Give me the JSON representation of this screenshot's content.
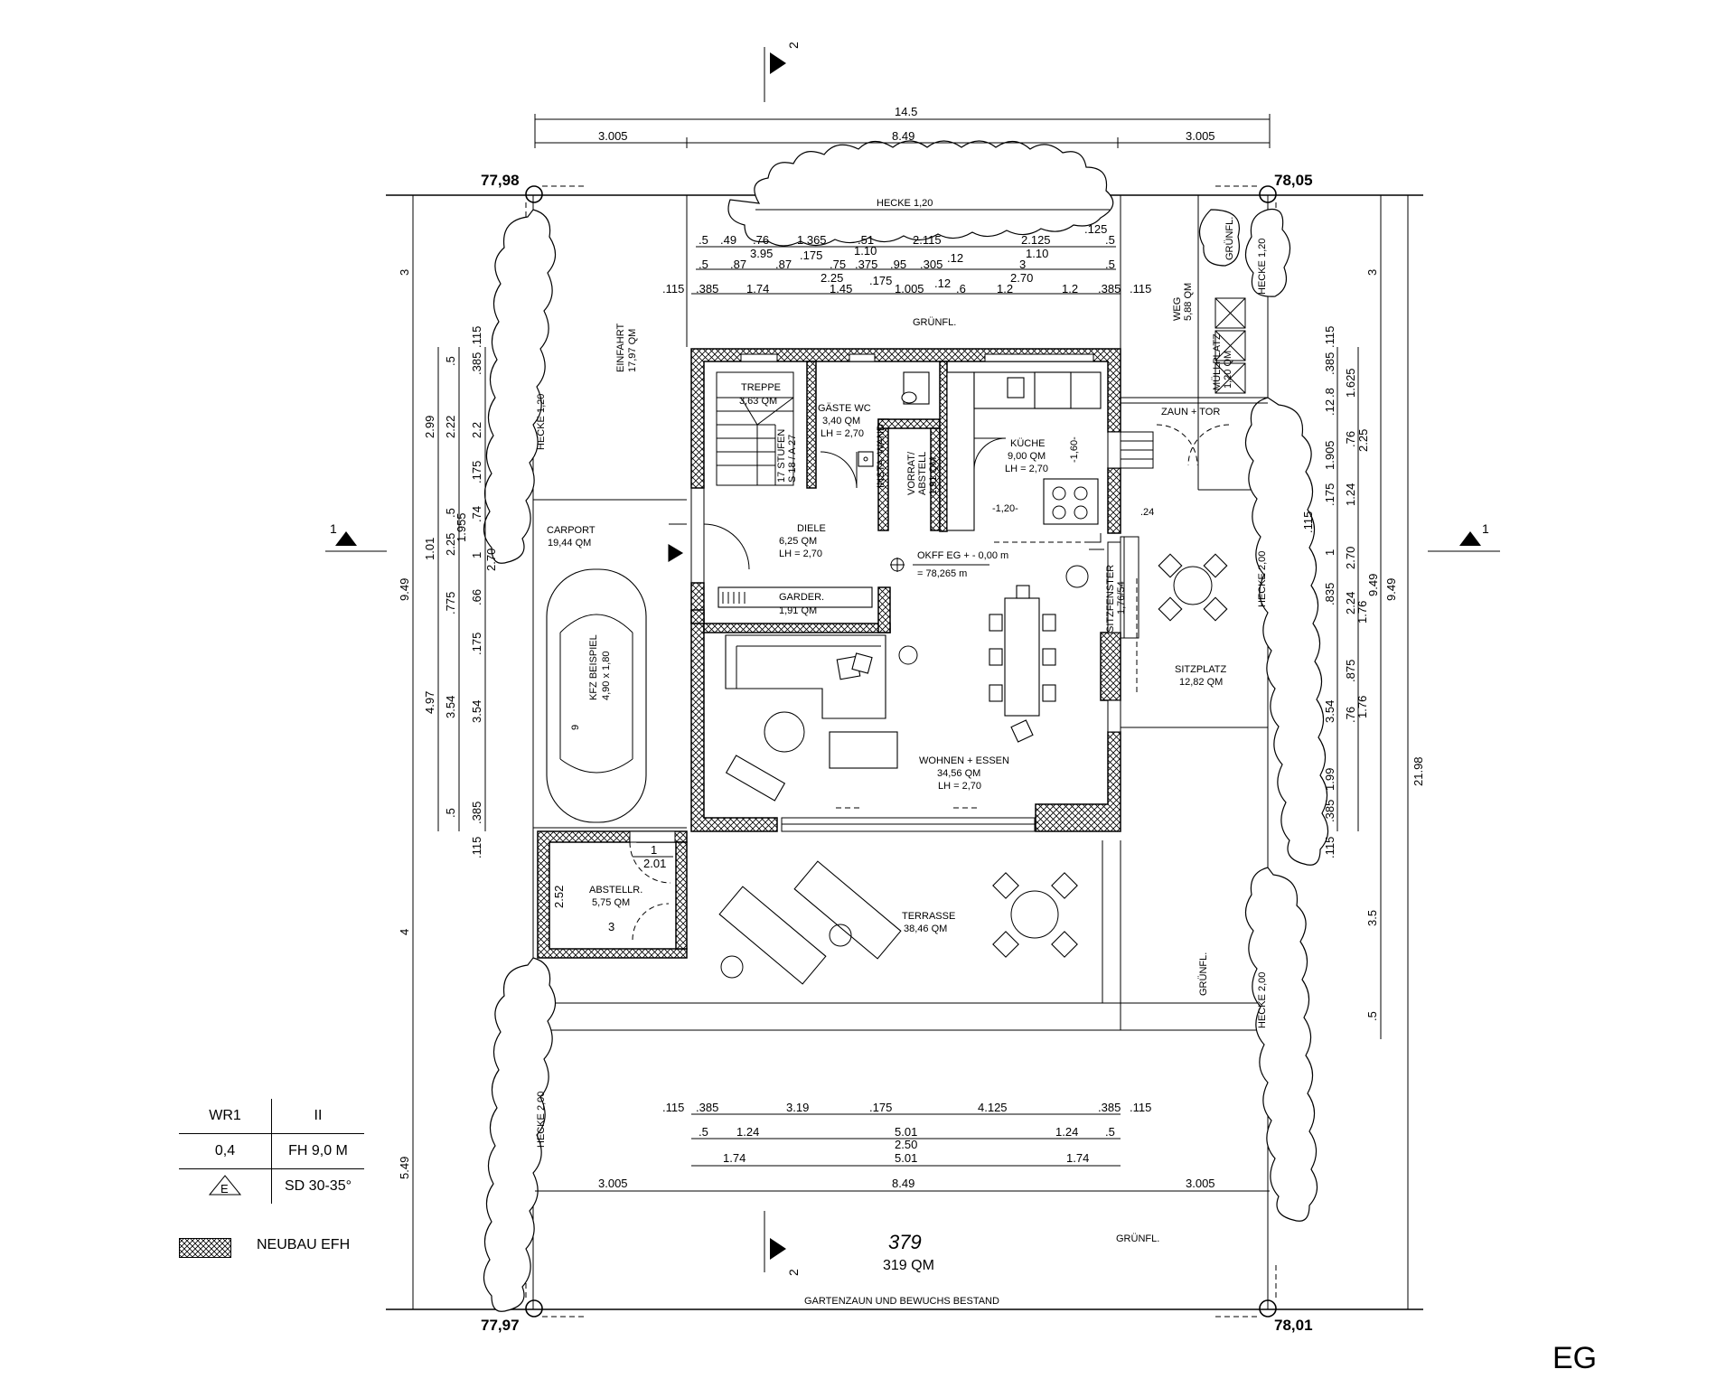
{
  "floor_label": "EG",
  "parcel": {
    "number": "379",
    "area": "319 QM"
  },
  "corner_heights": {
    "top_left": "77,98",
    "top_right": "78,05",
    "bottom_left": "77,97",
    "bottom_right": "78,01"
  },
  "section_markers": {
    "section_1": "1",
    "section_2": "2"
  },
  "legend": {
    "zone": "WR1",
    "floors": "II",
    "grz": "0,4",
    "fh": "FH 9,0 M",
    "e_symbol": "E",
    "sd": "SD 30-35°",
    "new_build": "NEUBAU EFH"
  },
  "rooms": {
    "treppe": {
      "name": "TREPPE",
      "area": "3,63 QM"
    },
    "stufen": {
      "line1": "17 STUFEN",
      "line2": "S 18 / A 27"
    },
    "gaeste_wc": {
      "name": "GÄSTE WC",
      "area": "3,40 QM",
      "lh": "LH = 2,70"
    },
    "insta": "INSTA. WAND",
    "vorrat": {
      "name1": "VORRAT/",
      "name2": "ABSTELL",
      "area": "1,91 QM"
    },
    "kueche": {
      "name": "KÜCHE",
      "area": "9,00 QM",
      "lh": "LH = 2,70",
      "h1": "-1,60-",
      "h2": "-1,20-"
    },
    "diele": {
      "name": "DIELE",
      "area": "6,25 QM",
      "lh": "LH = 2,70"
    },
    "garder": {
      "name": "GARDER.",
      "area": "1,91 QM"
    },
    "okff": {
      "line1": "OKFF EG + - 0,00 m",
      "line2": "= 78,265 m"
    },
    "wohnen": {
      "name": "WOHNEN + ESSEN",
      "area": "34,56 QM",
      "lh": "LH = 2,70"
    },
    "sitzfenster": {
      "name": "SITZFENSTER",
      "dim": "1,76/54"
    },
    "carport": {
      "name": "CARPORT",
      "area": "19,44 QM"
    },
    "kfz": {
      "name": "KFZ BEISPIEL",
      "dim": "4,90 x 1,80"
    },
    "einfahrt": {
      "name": "EINFAHRT",
      "area": "17,97 QM"
    },
    "weg": {
      "name": "WEG",
      "area": "5,88 QM"
    },
    "muell": {
      "name": "MÜLLPLATZ",
      "area": "1,20 QM"
    },
    "zaun_tor": "ZAUN + TOR",
    "sitzplatz": {
      "name": "SITZPLATZ",
      "area": "12,82 QM"
    },
    "terrasse": {
      "name": "TERRASSE",
      "area": "38,46 QM"
    },
    "abstellr": {
      "name": "ABSTELLR.",
      "area": "5,75 QM",
      "w": "3",
      "h": "2.52",
      "door_w": "1",
      "door_h": "2.01"
    },
    "car_plate": "9"
  },
  "labels": {
    "hecke_top": "HECKE 1,20",
    "hecke_left_top": "HECKE 1,20",
    "hecke_left_bottom": "HECKE 2,00",
    "hecke_right_top": "HECKE 1,20",
    "hecke_right_mid": "HECKE 2,00",
    "hecke_right_bottom": "HECKE 2,00",
    "gruenfl_top": "GRÜNFL.",
    "gruenfl_topright": "GRÜNFL.",
    "gruenfl_right": "GRÜNFL.",
    "gruenfl_bottom": "GRÜNFL.",
    "bestand": "GARTENZAUN UND BEWUCHS BESTAND",
    "step_h": ".24"
  },
  "dims_top": {
    "total": "14.5",
    "row": [
      "3.005",
      "8.49",
      "3.005"
    ],
    "r1": [
      ".5",
      ".49",
      ".76",
      "1.365",
      ".51",
      "2.115",
      "2.125",
      ".125",
      ".5"
    ],
    "r1b": [
      "3.95",
      "1.10",
      "1.10"
    ],
    "r2": [
      ".5",
      ".87",
      ".87",
      ".175",
      ".75",
      ".375",
      ".95",
      ".305",
      ".12",
      "3",
      ".5"
    ],
    "r2b": [
      "2.25",
      "2.70"
    ],
    "r3": [
      ".115",
      ".385",
      "1.74",
      "1.45",
      ".175",
      "1.005",
      ".12",
      ".6",
      "1.2",
      "1.2",
      ".385",
      ".115"
    ]
  },
  "dims_bottom": {
    "r1": [
      ".115",
      ".385",
      "3.19",
      ".175",
      "4.125",
      ".385",
      ".115"
    ],
    "r2": [
      ".5",
      "1.24",
      "5.01",
      "1.24",
      ".5"
    ],
    "r2b": "2.50",
    "r3": [
      "1.74",
      "5.01",
      "1.74"
    ],
    "row": [
      "3.005",
      "8.49",
      "3.005"
    ]
  },
  "dims_left": {
    "outer": [
      "3",
      "9.49",
      "4",
      "5.49"
    ],
    "a": [
      "2.99",
      "1.01",
      "4.97"
    ],
    "b": [
      ".5",
      "2.22",
      ".5",
      "2.25",
      ".775",
      "3.54",
      ".5"
    ],
    "b2": [
      "1.955"
    ],
    "c": [
      ".385",
      ".115",
      "2.2",
      ".175",
      ".74",
      "1",
      "2.70",
      ".66",
      ".175",
      "3.54",
      ".385",
      ".115"
    ]
  },
  "dims_right": {
    "outer": "21.98",
    "a": [
      "3",
      "9.49",
      "3.5",
      ".5"
    ],
    "b": [
      ".115",
      ".385",
      ".12",
      ".8",
      "1.905",
      ".175",
      ".115",
      "1",
      ".835",
      "3.54",
      "1.99",
      ".385",
      ".115"
    ],
    "c": [
      "1.625",
      ".76",
      "2.25",
      "1.24",
      "2.70",
      "2.24",
      "1.76",
      "9.49",
      ".875",
      ".76",
      "1.76"
    ]
  }
}
